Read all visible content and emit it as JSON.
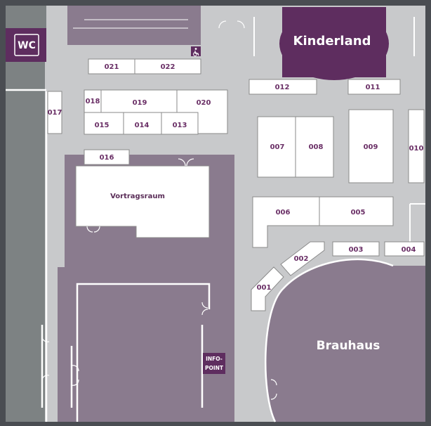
{
  "colors": {
    "outer": "#4a4d52",
    "floor": "#c8c9cb",
    "hall": "#8a7b8e",
    "dark_purple": "#5e2d5f",
    "booth": "#ffffff",
    "wc_strip": "#7d8283"
  },
  "labels": {
    "wc": "WC",
    "kinderland": "Kinderland",
    "brauhaus": "Brauhaus",
    "vortragsraum": "Vortragsraum",
    "info_line1": "INFO-",
    "info_line2": "POINT",
    "accessibility_icon": "wheelchair-icon"
  },
  "booths": {
    "b001": "001",
    "b002": "002",
    "b003": "003",
    "b004": "004",
    "b005": "005",
    "b006": "006",
    "b007": "007",
    "b008": "008",
    "b009": "009",
    "b010": "010",
    "b011": "011",
    "b012": "012",
    "b013": "013",
    "b014": "014",
    "b015": "015",
    "b016": "016",
    "b017": "017",
    "b018": "018",
    "b019": "019",
    "b020": "020",
    "b021": "021",
    "b022": "022"
  }
}
